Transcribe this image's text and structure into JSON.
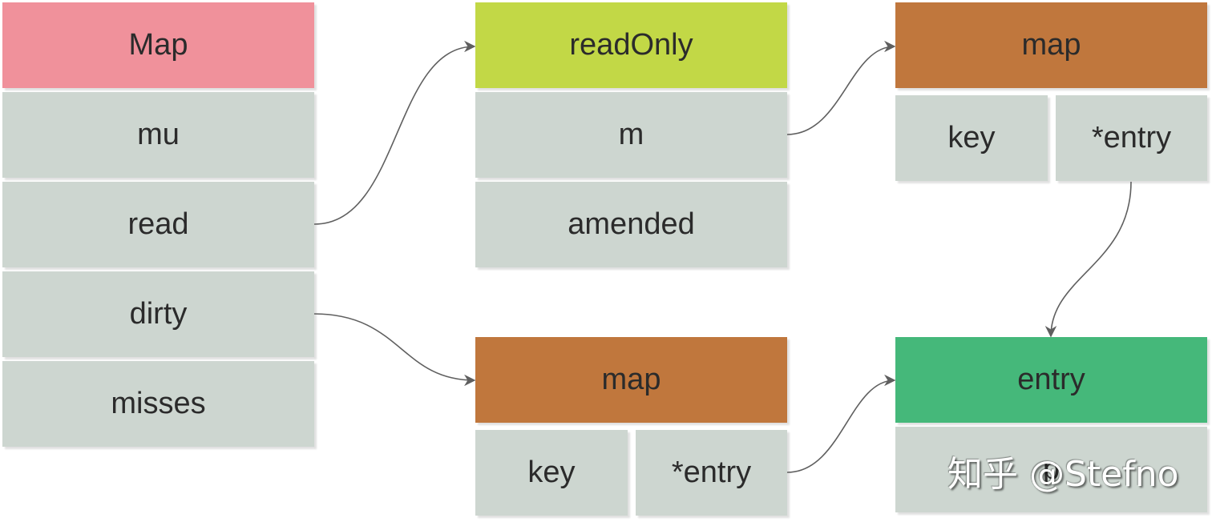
{
  "map_struct": {
    "title": "Map",
    "fields": [
      "mu",
      "read",
      "dirty",
      "misses"
    ]
  },
  "readonly_struct": {
    "title": "readOnly",
    "fields": [
      "m",
      "amended"
    ]
  },
  "readonly_map": {
    "title": "map",
    "key_label": "key",
    "value_label": "*entry"
  },
  "dirty_map": {
    "title": "map",
    "key_label": "key",
    "value_label": "*entry"
  },
  "entry_struct": {
    "title": "entry",
    "fields": [
      "p"
    ]
  },
  "watermark": "知乎 @Stefno",
  "colors": {
    "map_header": "#f0919b",
    "readonly_header": "#c2d846",
    "map_type_header": "#c0773d",
    "entry_header": "#45b87a",
    "field_fill": "#cdd6d0",
    "connector": "#5f5f5f"
  }
}
